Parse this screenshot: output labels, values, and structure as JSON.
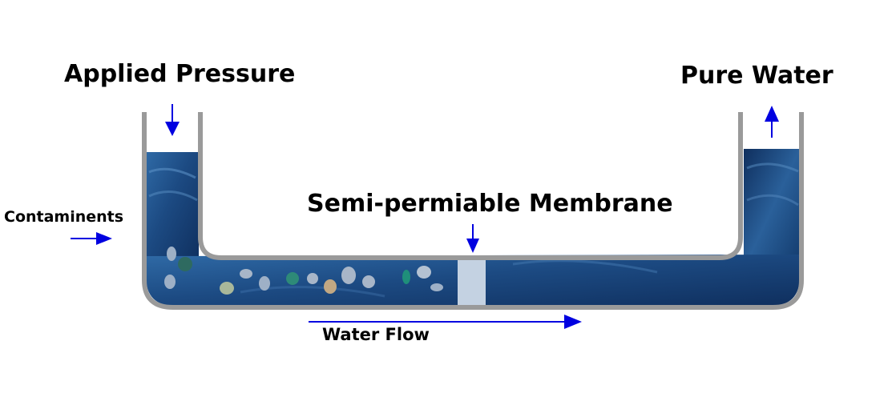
{
  "labels": {
    "applied_pressure": "Applied Pressure",
    "pure_water": "Pure Water",
    "membrane": "Semi-permiable Membrane",
    "contaminents": "Contaminents",
    "water_flow": "Water Flow"
  },
  "colors": {
    "arrow": "#0000e0",
    "water_dark": "#123a6c",
    "water_mid": "#2d6aa4",
    "tank_wall": "#9a9a9a",
    "membrane": "#c4d2e2",
    "particles": [
      "#9eb0c6",
      "#2e8a78",
      "#c2a883",
      "#1f8f7a"
    ]
  }
}
